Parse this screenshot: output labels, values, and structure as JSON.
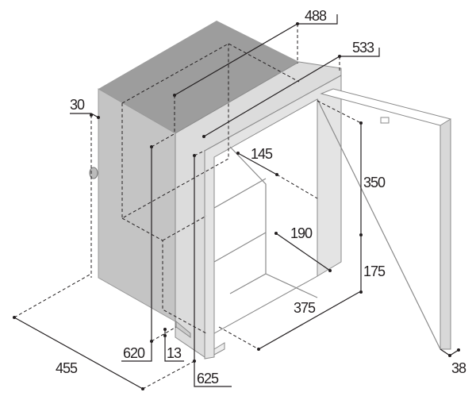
{
  "title": "Fridge dimensions drawing",
  "colors": {
    "top": "#9d9d9d",
    "side": "#c4c4c4",
    "frame": "#dcdcdc",
    "line": "#231f20",
    "hidden": "#777777"
  },
  "dimensions": {
    "d488": "488",
    "d533": "533",
    "d30": "30",
    "d145": "145",
    "d350": "350",
    "d190": "190",
    "d175": "175",
    "d375": "375",
    "d620": "620",
    "d13": "13",
    "d455": "455",
    "d625": "625",
    "d38": "38"
  }
}
